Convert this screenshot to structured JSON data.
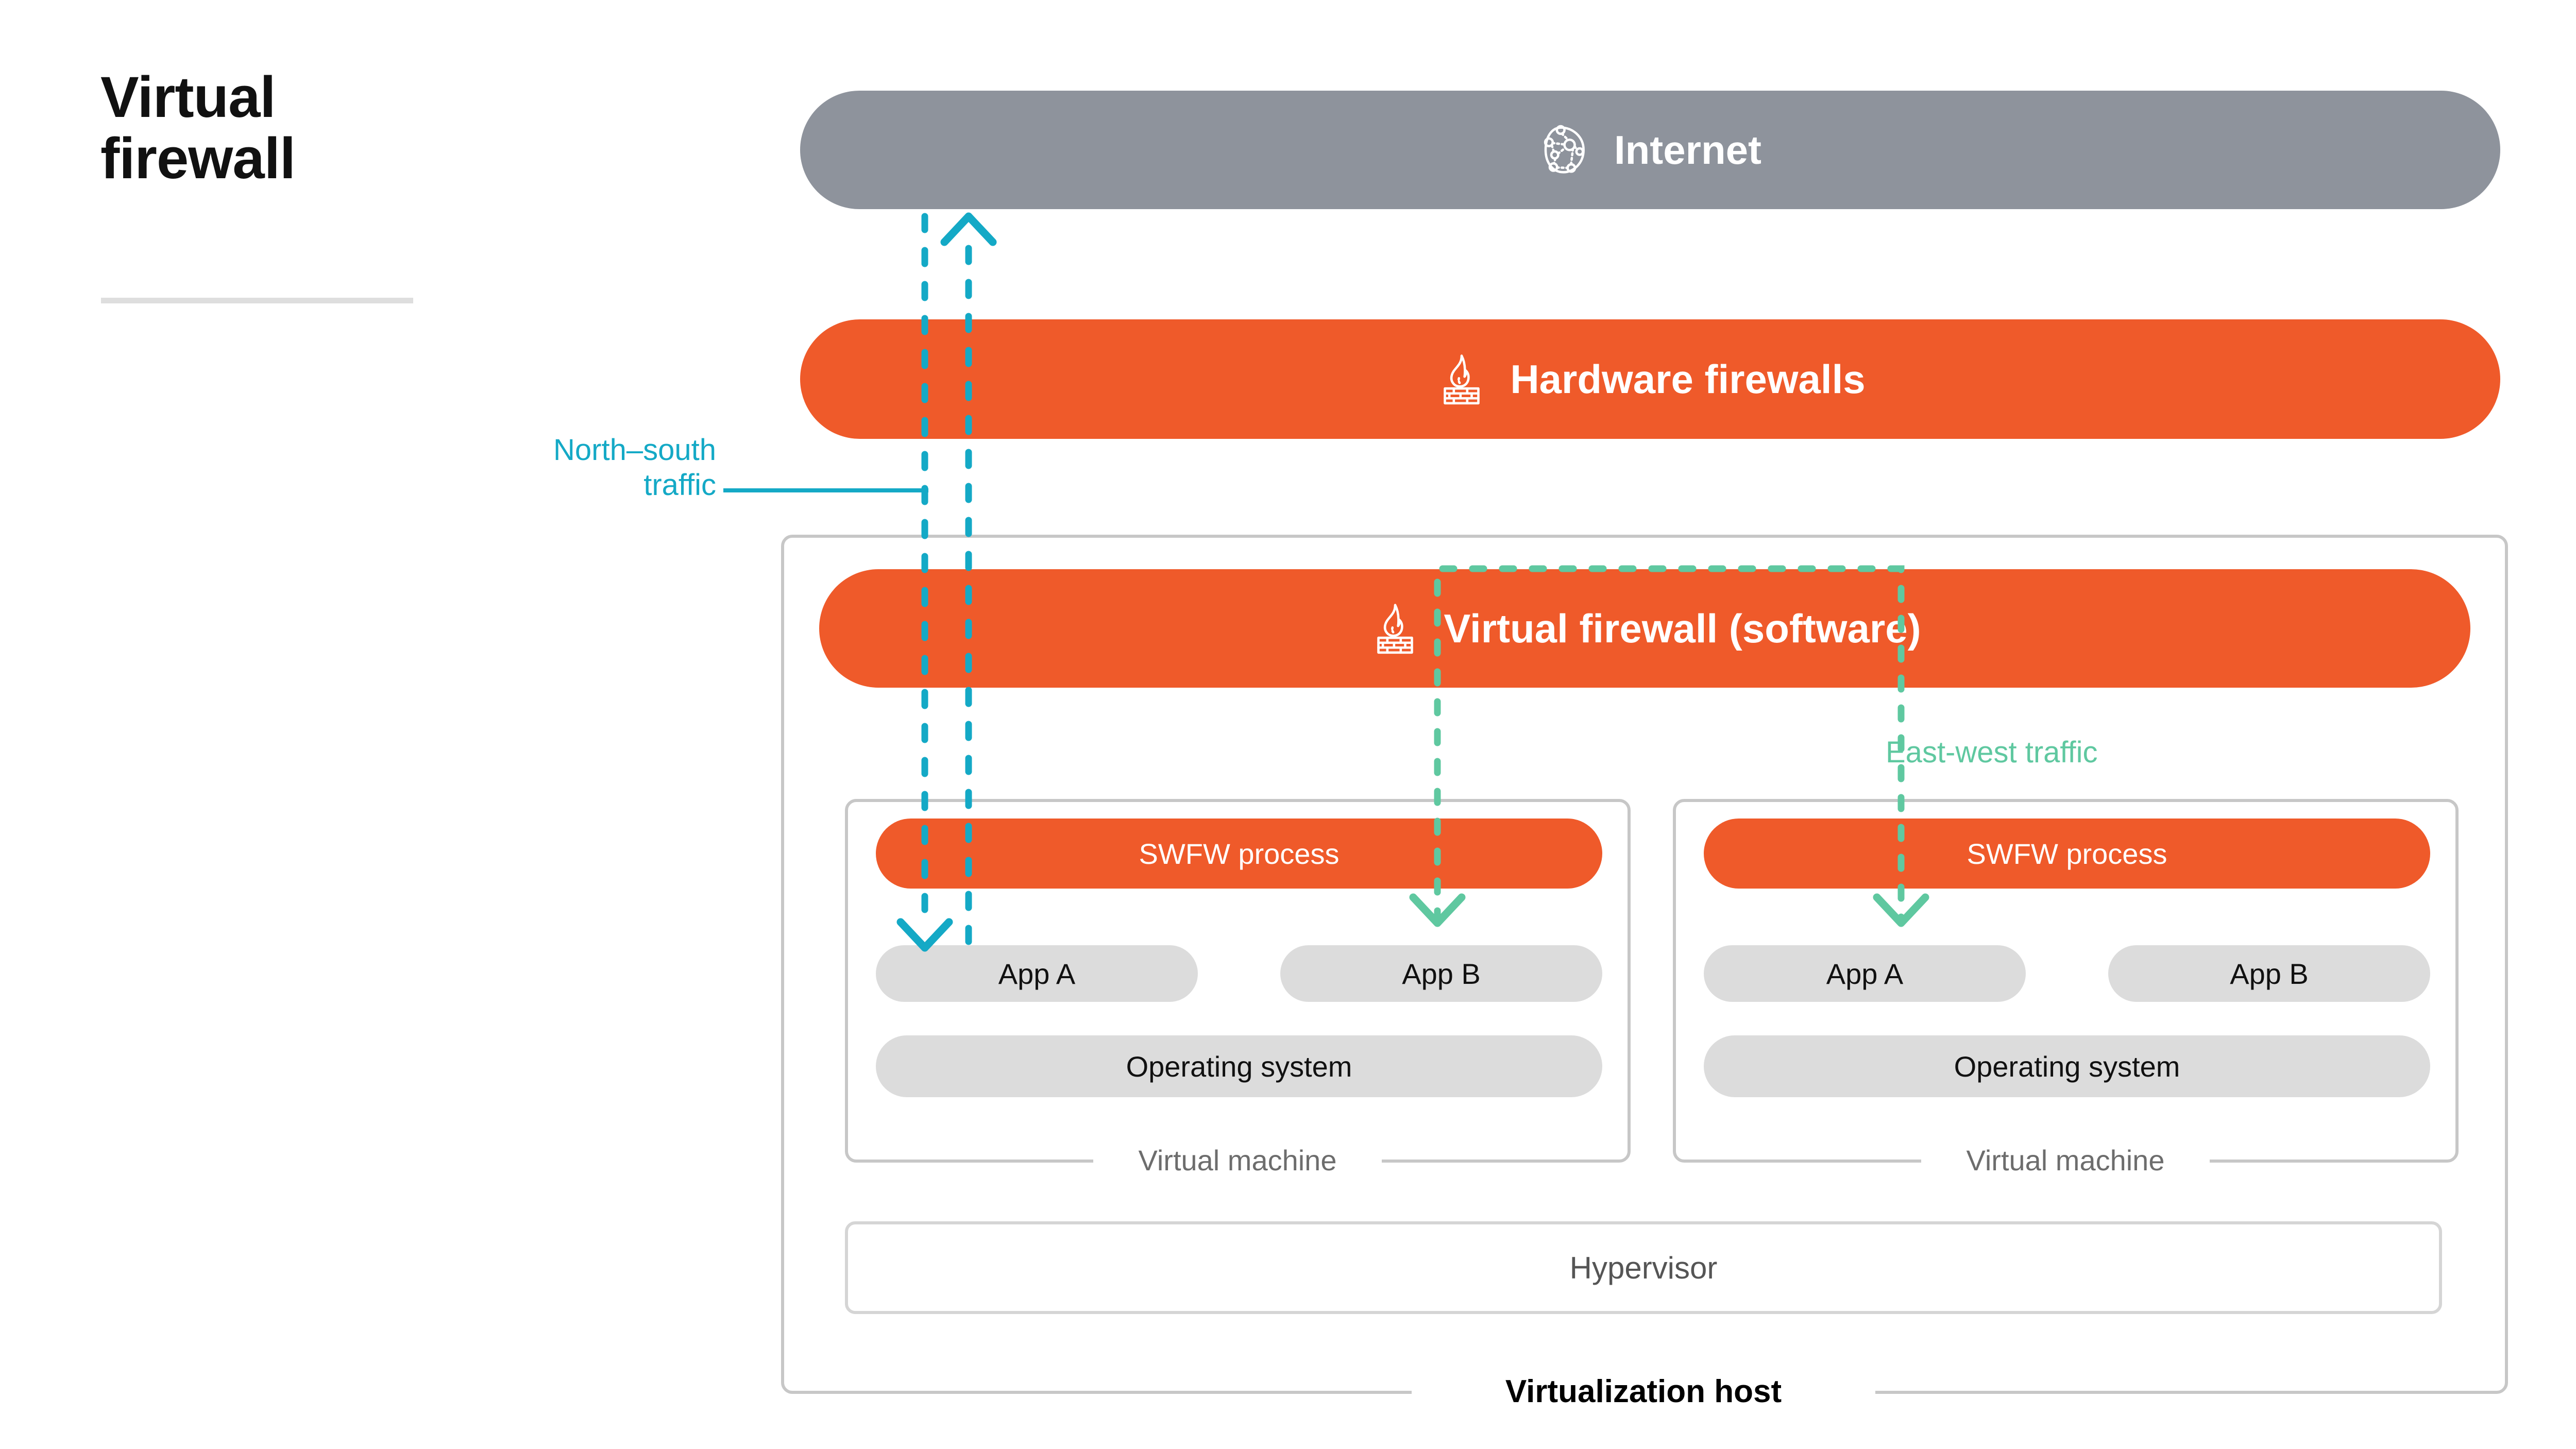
{
  "title": {
    "line1": "Virtual",
    "line2": "firewall"
  },
  "colors": {
    "orange": "#ef5a2a",
    "grey_bar": "#8e939c",
    "cyan": "#14a9c6",
    "green": "#5fc8a0",
    "box_border": "#c7c7c7",
    "grey_fill": "#dcdcdc"
  },
  "bars": {
    "internet": {
      "label": "Internet",
      "icon": "network-globe-icon"
    },
    "hardware_firewalls": {
      "label": "Hardware firewalls",
      "icon": "firewall-flame-brick-icon"
    },
    "virtual_firewall": {
      "label": "Virtual firewall (software)",
      "icon": "firewall-flame-brick-icon"
    }
  },
  "traffic": {
    "north_south": {
      "line1": "North–south",
      "line2": "traffic"
    },
    "east_west": {
      "label": "East-west traffic"
    }
  },
  "host": {
    "label": "Virtualization host"
  },
  "hypervisor": {
    "label": "Hypervisor"
  },
  "vms": [
    {
      "label": "Virtual machine",
      "swfw": "SWFW process",
      "apps": [
        "App A",
        "App B"
      ],
      "os": "Operating system"
    },
    {
      "label": "Virtual machine",
      "swfw": "SWFW process",
      "apps": [
        "App A",
        "App B"
      ],
      "os": "Operating system"
    }
  ]
}
